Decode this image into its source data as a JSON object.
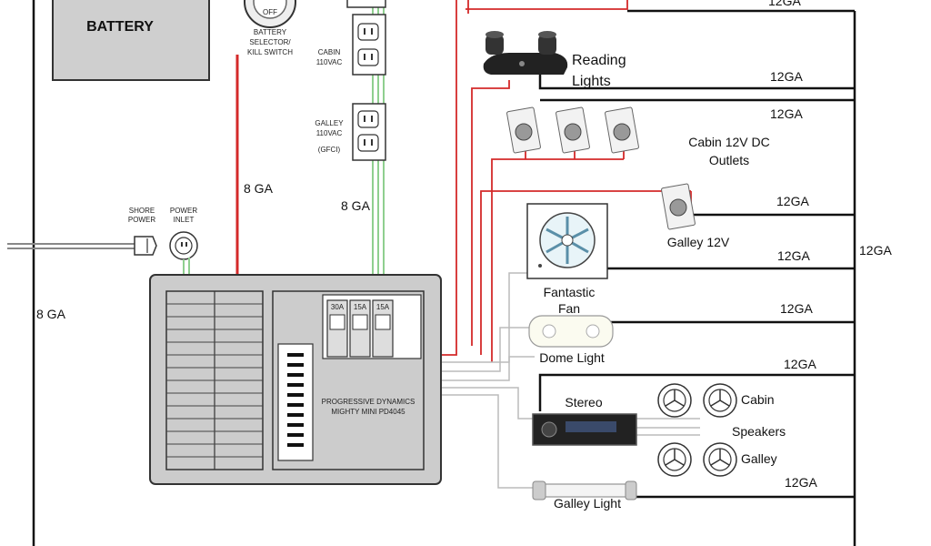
{
  "battery": {
    "label": "BATTERY"
  },
  "selector": {
    "off": "OFF",
    "line1": "BATTERY",
    "line2": "SELECTOR/",
    "line3": "KILL SWITCH"
  },
  "outlets": {
    "cabin": {
      "line1": "CABIN",
      "line2": "110VAC"
    },
    "galley": {
      "line1": "GALLEY",
      "line2": "110VAC",
      "line3": "(GFCI)"
    }
  },
  "gauges": {
    "battery_feed": "8 GA",
    "outlet_feed": "8 GA",
    "ground": "8 GA",
    "bus": "12GA"
  },
  "shore": {
    "line1": "SHORE",
    "line2": "POWER"
  },
  "inlet": {
    "line1": "POWER",
    "line2": "INLET"
  },
  "panel": {
    "breakers": [
      "30A",
      "15A",
      "15A"
    ],
    "name1": "PROGRESSIVE DYNAMICS",
    "name2": "MIGHTY MINI PD4045"
  },
  "loads": {
    "reading": {
      "line1": "Reading",
      "line2": "Lights",
      "gauge": "12GA"
    },
    "cabin_dc": {
      "line1": "Cabin 12V DC",
      "line2": "Outlets",
      "gauge": "12GA"
    },
    "galley12": {
      "label": "Galley 12V",
      "gauge": "12GA"
    },
    "fan": {
      "line1": "Fantastic",
      "line2": "Fan",
      "gauge": "12GA"
    },
    "dome": {
      "label": "Dome Light",
      "gauge": "12GA"
    },
    "stereo": {
      "label": "Stereo",
      "gauge": "12GA"
    },
    "speakers": {
      "cabin": "Cabin",
      "speakers": "Speakers",
      "galley": "Galley"
    },
    "galley_light": {
      "label": "Galley Light",
      "gauge": "12GA"
    },
    "top": {
      "gauge": "12GA"
    }
  },
  "colors": {
    "positive": "#d42a2a",
    "ground": "#111111",
    "ac": "#8fcf8f"
  }
}
